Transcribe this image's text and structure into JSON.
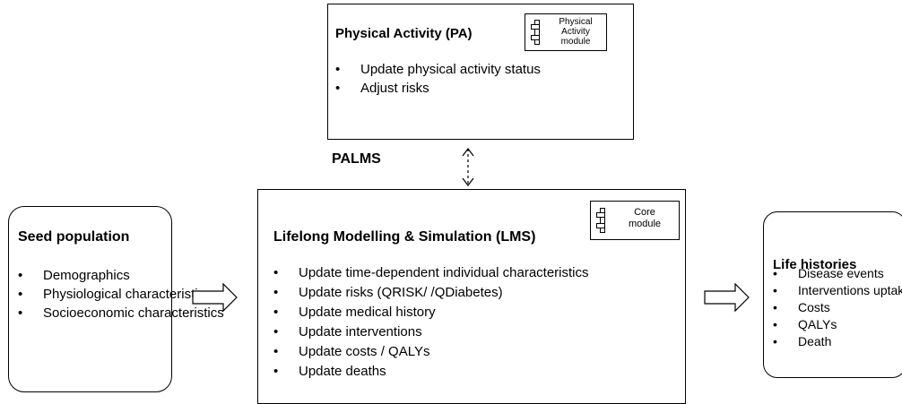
{
  "pa": {
    "title": "Physical Activity (PA)",
    "module": "Physical\nActivity\nmodule",
    "items": [
      "Update physical activity status",
      "Adjust risks"
    ]
  },
  "palms_label": "PALMS",
  "seed": {
    "title": "Seed population",
    "items": [
      "Demographics",
      "Physiological\ncharacteristics",
      "Socioeconomic\ncharacteristics"
    ]
  },
  "lms": {
    "title": "Lifelong Modelling & Simulation (LMS)",
    "module": "Core\nmodule",
    "items": [
      "Update time-dependent individual characteristics",
      "Update risks (QRISK/ /QDiabetes)",
      "Update medical history",
      "Update interventions",
      "Update costs / QALYs",
      "Update deaths"
    ]
  },
  "life": {
    "title": "Life histories",
    "items": [
      "Disease events",
      "Interventions\nuptake",
      "Costs",
      "QALYs",
      "Death"
    ]
  }
}
